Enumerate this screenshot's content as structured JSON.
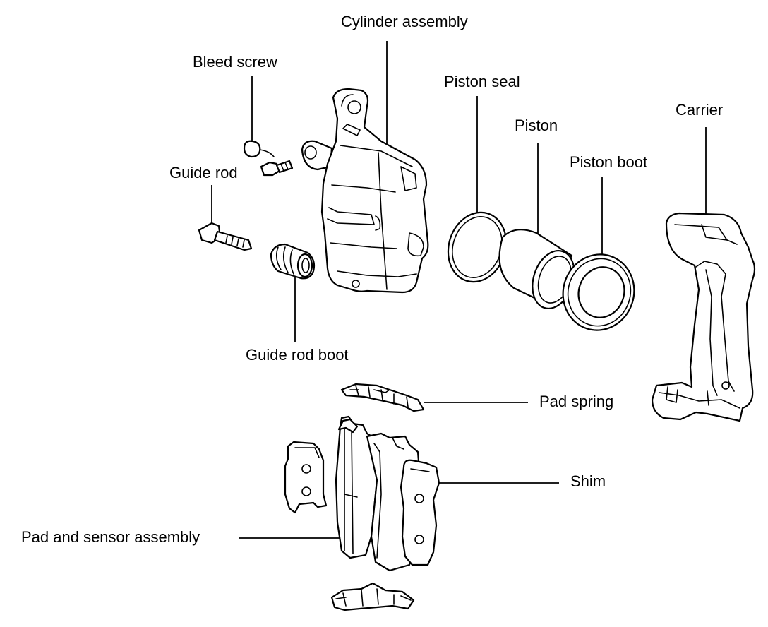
{
  "labels": {
    "cylinder_assembly": "Cylinder assembly",
    "bleed_screw": "Bleed screw",
    "guide_rod": "Guide rod",
    "guide_rod_boot": "Guide rod boot",
    "piston_seal": "Piston seal",
    "piston": "Piston",
    "piston_boot": "Piston boot",
    "carrier": "Carrier",
    "pad_spring": "Pad spring",
    "shim": "Shim",
    "pad_and_sensor_assembly": "Pad and sensor assembly"
  }
}
